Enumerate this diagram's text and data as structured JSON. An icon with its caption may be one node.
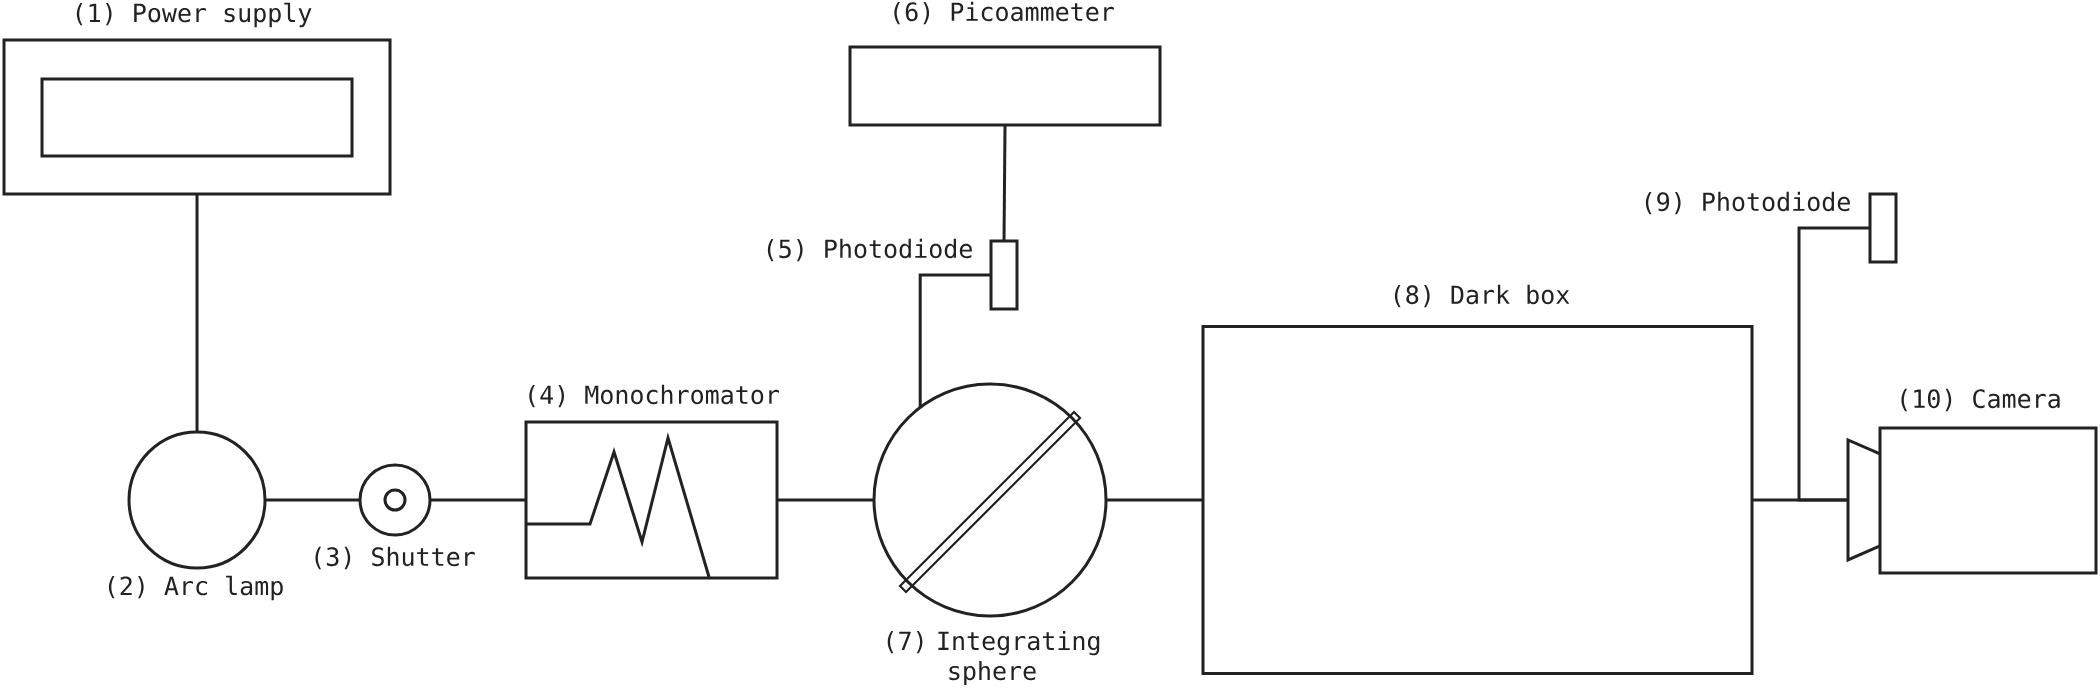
{
  "diagram": {
    "nodes": [
      {
        "text": [
          "(1) Power supply"
        ]
      },
      {
        "text": [
          "(2) Arc lamp"
        ]
      },
      {
        "text": [
          "(3) Shutter"
        ]
      },
      {
        "text": [
          "(4) Monochromator"
        ]
      },
      {
        "text": [
          "(6) Picoammeter"
        ]
      },
      {
        "text": [
          "(5) Photodiode"
        ]
      },
      {
        "text": [
          "(7) Integrating sphere"
        ]
      },
      {
        "text": [
          "(8) Dark box"
        ]
      },
      {
        "text": [
          "(9) Photodiode"
        ]
      },
      {
        "text": [
          "(10) Camera"
        ]
      }
    ],
    "edges": [
      {
        "from": 0,
        "to": 1,
        "arrow": "none"
      },
      {
        "from": 1,
        "to": 2,
        "arrow": "none"
      },
      {
        "from": 2,
        "to": 3,
        "arrow": "none"
      },
      {
        "from": 3,
        "to": 6,
        "arrow": "none"
      },
      {
        "from": 4,
        "to": 5,
        "arrow": "none"
      },
      {
        "from": 5,
        "to": 6,
        "arrow": "none"
      },
      {
        "from": 6,
        "to": 7,
        "arrow": "none"
      },
      {
        "from": 7,
        "to": 9,
        "arrow": "none"
      },
      {
        "from": 8,
        "to": 9,
        "arrow": "none"
      }
    ]
  }
}
